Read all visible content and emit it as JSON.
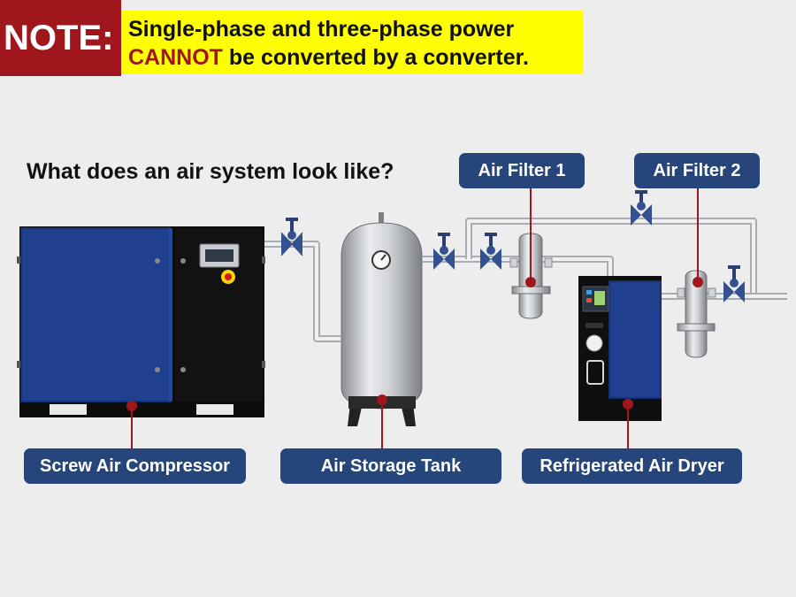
{
  "note": {
    "badge": "NOTE:",
    "line1": "Single-phase and three-phase power",
    "line2_emphasis": "CANNOT",
    "line2_rest": " be converted by a converter."
  },
  "heading": "What does an air system look like?",
  "labels": {
    "compressor": "Screw Air Compressor",
    "tank": "Air Storage Tank",
    "dryer": "Refrigerated Air Dryer",
    "filter1": "Air Filter 1",
    "filter2": "Air Filter 2"
  },
  "colors": {
    "note_red": "#a0161d",
    "note_yellow": "#ffff00",
    "label_blue": "#26457a",
    "machine_blue": "#1f3f8f",
    "marker_red": "#a0161d"
  }
}
